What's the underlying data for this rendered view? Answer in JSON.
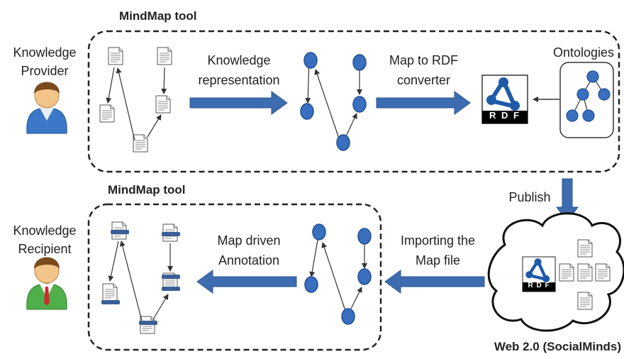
{
  "top_box": {
    "title": "MindMap tool",
    "step1": [
      "Knowledge",
      "representation"
    ],
    "step2": [
      "Map to RDF",
      "converter"
    ],
    "ontologies": "Ontologies"
  },
  "bottom_box": {
    "title": "MindMap tool",
    "step3": [
      "Map driven",
      "Annotation"
    ],
    "step4": [
      "Importing the",
      "Map file"
    ]
  },
  "provider": [
    "Knowledge",
    "Provider"
  ],
  "recipient": [
    "Knowledge",
    "Recipient"
  ],
  "publish": "Publish",
  "web": "Web 2.0 (SocialMinds)",
  "rdf_badge": "R D F",
  "colors": {
    "arrow": "#3d6cb0",
    "node": "#3a6fc0",
    "node_stroke": "#1f4f91",
    "highlight": "#3a5f96"
  }
}
